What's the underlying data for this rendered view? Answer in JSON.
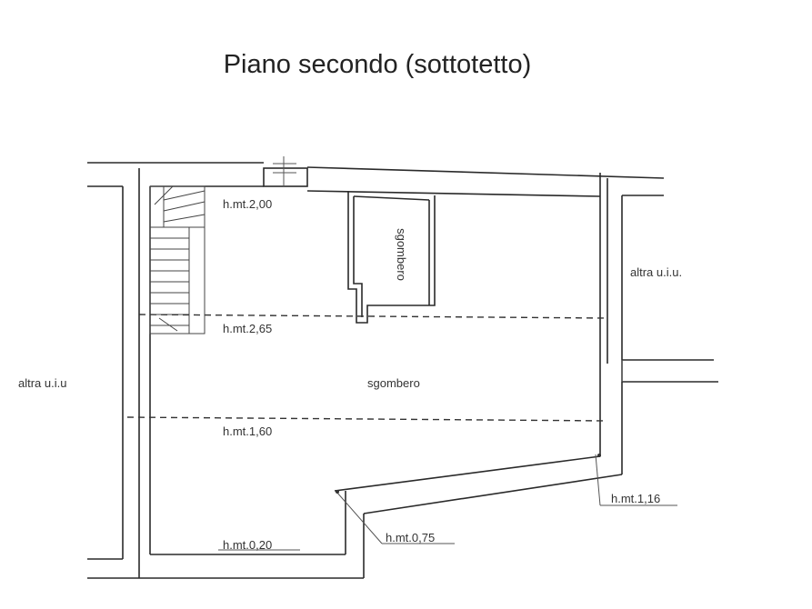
{
  "title": "Piano secondo (sottotetto)",
  "rooms": {
    "neighbor_left": "altra u.i.u",
    "neighbor_right": "altra u.i.u.",
    "storage_small": "sgombero",
    "storage_main": "sgombero"
  },
  "heights": {
    "h1": "h.mt.2,00",
    "h2": "h.mt.2,65",
    "h3": "h.mt.1,60",
    "h4": "h.mt.1,16",
    "h5": "h.mt.0,75",
    "h6": "h.mt.0,20"
  }
}
